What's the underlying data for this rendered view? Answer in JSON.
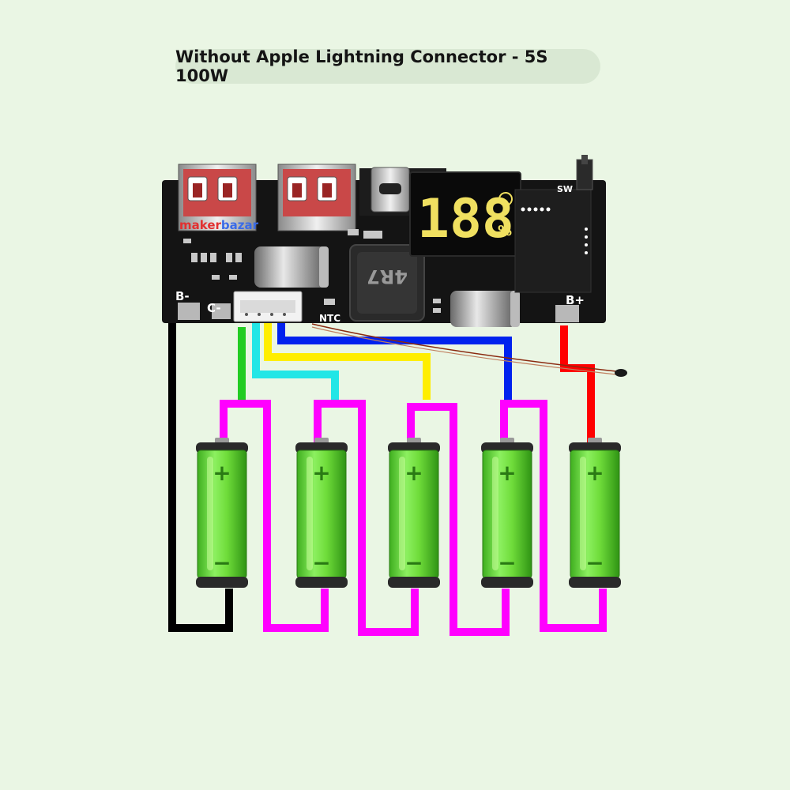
{
  "title": "Without Apple Lightning Connector - 5S 100W",
  "board": {
    "brand_a": "maker",
    "brand_b": "bazar",
    "display_digits": "188",
    "display_unit": "%",
    "inductor_marking": "4R7",
    "labels": {
      "b_minus": "B-",
      "c_minus": "C-",
      "ntc": "NTC",
      "b_plus": "B+",
      "sw": "SW"
    }
  },
  "batteries": [
    {
      "plus": "+",
      "minus": "−"
    },
    {
      "plus": "+",
      "minus": "−"
    },
    {
      "plus": "+",
      "minus": "−"
    },
    {
      "plus": "+",
      "minus": "−"
    },
    {
      "plus": "+",
      "minus": "−"
    }
  ],
  "colors": {
    "background": "#eaf6e4",
    "board": "#141414",
    "series_wire": "#ff00ff",
    "negative_wire": "#000000",
    "positive_wire": "#ff0000",
    "balance_wire_1": "#22cc22",
    "balance_wire_2": "#22e6e6",
    "balance_wire_3": "#ffee00",
    "balance_wire_4": "#0022ee",
    "battery": "#6fdc3a",
    "display_digits": "#f0e060"
  }
}
